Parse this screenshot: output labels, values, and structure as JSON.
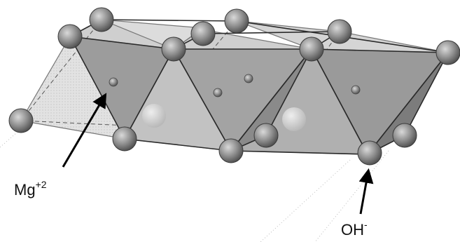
{
  "labels": {
    "mg": {
      "base": "Mg",
      "sup": "+2"
    },
    "oh": {
      "base": "OH",
      "sup": "-"
    }
  },
  "colors": {
    "background": "#ffffff",
    "front_face": "#9a9a9a",
    "back_face": "#d6d6d6",
    "edge": "#2a2a2a",
    "atom": "#8c8c8c",
    "label": "#111111"
  }
}
